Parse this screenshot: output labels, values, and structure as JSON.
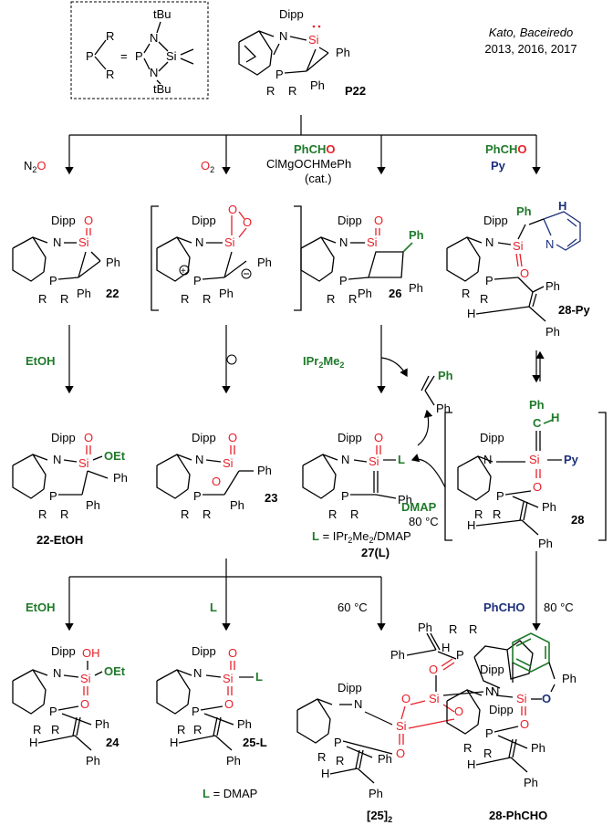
{
  "header": {
    "citation_line1": "Kato, Baceiredo",
    "citation_line2": "2013, 2016, 2017"
  },
  "legend_box": {
    "lhs_atom": "P",
    "lhs_R_top": "R",
    "lhs_R_bottom": "R",
    "equals": "=",
    "rhs_P": "P",
    "rhs_N_top": "N",
    "rhs_N_bottom": "N",
    "rhs_Si": "Si",
    "rhs_tBu_top": "tBu",
    "rhs_tBu_bottom": "tBu"
  },
  "labels": {
    "dipp": "Dipp",
    "N": "N",
    "P": "P",
    "R": "R",
    "Si": "Si",
    "O": "O",
    "Ph": "Ph",
    "H": "H",
    "L": "L",
    "OEt": "OEt",
    "OH": "OH",
    "C": "C",
    "Py": "Py"
  },
  "compounds": {
    "P22": "P22",
    "c22": "22",
    "c23": "23",
    "c26": "26",
    "c28py": "28-Py",
    "c22etoh": "22-EtOH",
    "c27": "27(L)",
    "c28": "28",
    "c24": "24",
    "c25L": "25-L",
    "c25dimer": "[25]",
    "c25dimer_sub": "2",
    "c28phcho": "28-PhCHO"
  },
  "reagents": {
    "n2o_n": "N",
    "n2o_sub": "2",
    "n2o_o": "O",
    "o2_o": "O",
    "o2_sub": "2",
    "phcho_ph": "PhCH",
    "phcho_o": "O",
    "clmg": "ClMgOCHMePh",
    "cat": "(cat.)",
    "py": "Py",
    "etoh": "EtOH",
    "ipr2me2": "IPr",
    "ipr_sub1": "2",
    "ipr_me": "Me",
    "ipr_sub2": "2",
    "dmap": "DMAP",
    "temp80": "80 °C",
    "temp60": "60 °C",
    "L_def_27_L": "L",
    "L_def_27_rest": " = IPr",
    "L_def_27_s1": "2",
    "L_def_27_me": "Me",
    "L_def_27_s2": "2",
    "L_def_27_tail": "/DMAP",
    "L_short": "L",
    "L_def_25": " = DMAP",
    "phcho_bottom": "PhCHO",
    "temp80b": "80 °C"
  },
  "colors": {
    "red": "#e8202a",
    "green": "#1f7a2a",
    "blue": "#1c2f7a",
    "black": "#000000"
  }
}
